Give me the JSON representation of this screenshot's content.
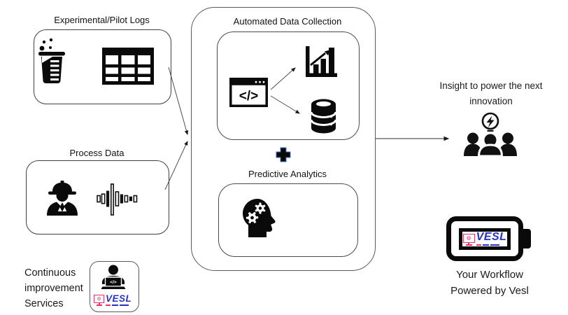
{
  "boxes": {
    "experimental": {
      "title": "Experimental/Pilot Logs"
    },
    "process": {
      "title": "Process Data"
    },
    "automated": {
      "title": "Automated Data Collection"
    },
    "predictive": {
      "title": "Predictive Analytics"
    }
  },
  "insight": {
    "line1": "Insight to power the next",
    "line2": "innovation"
  },
  "services": {
    "line1": "Continuous",
    "line2": "improvement",
    "line3": "Services"
  },
  "workflow": {
    "line1": "Your Workflow",
    "line2": "Powered by Vesl"
  },
  "logo": {
    "text": "VESL"
  },
  "icons": {
    "code_glyph": "</>",
    "laptop_code_glyph": "</>",
    "gear_glyph": "⚙",
    "plus_symbol": "+"
  },
  "colors": {
    "plus_outline": "#4472c4",
    "logo_red": "#e8336a",
    "logo_blue": "#2433c5",
    "border_gray": "#595959",
    "ink": "#1a1a1a"
  }
}
